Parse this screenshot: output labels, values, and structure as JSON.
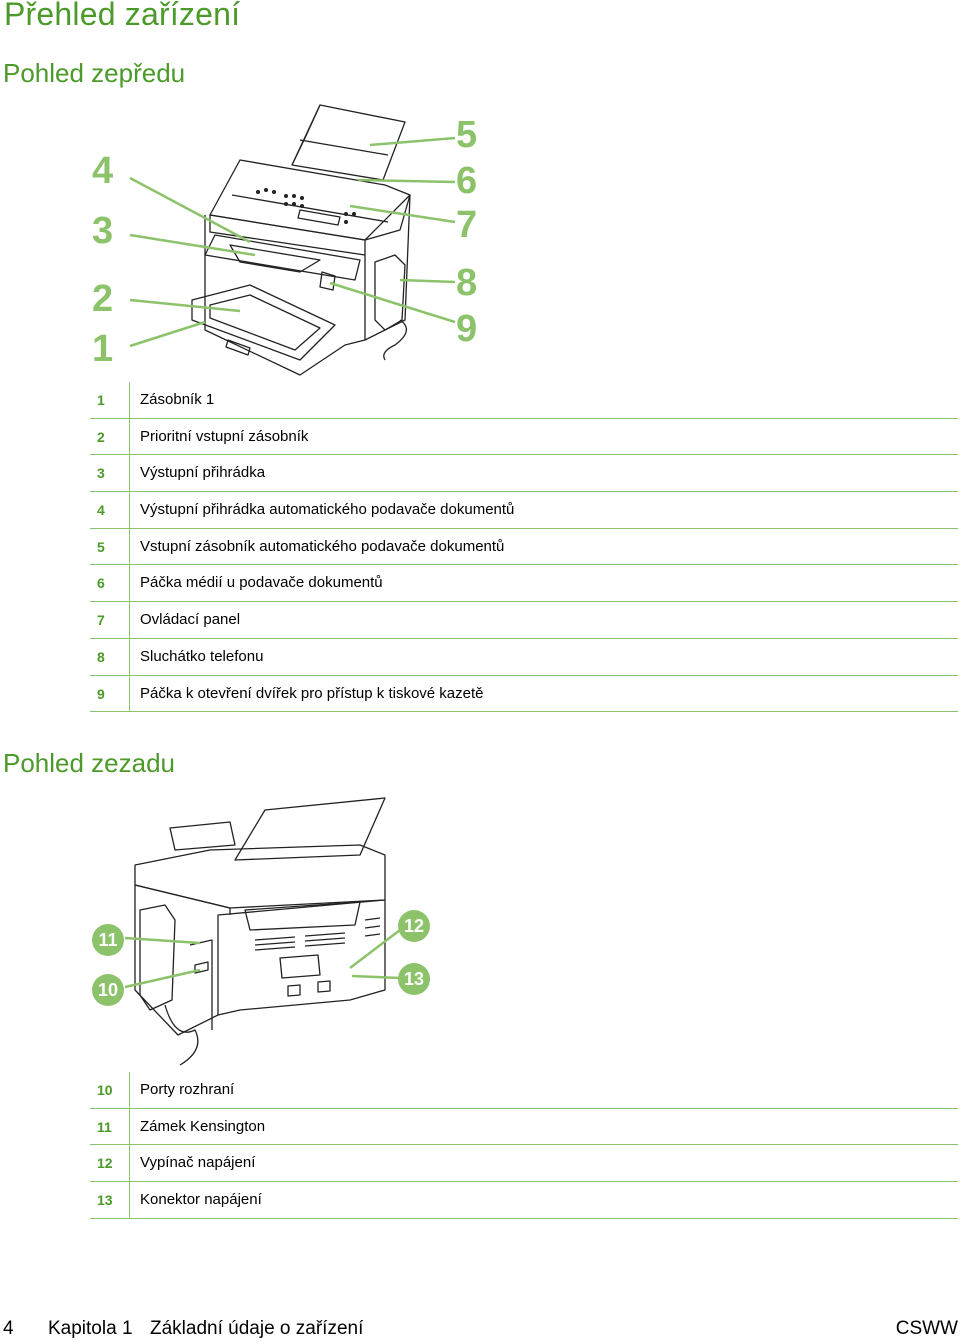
{
  "page_title": "Přehled zařízení",
  "front": {
    "heading": "Pohled zepředu",
    "callouts": [
      "1",
      "2",
      "3",
      "4",
      "5",
      "6",
      "7",
      "8",
      "9"
    ],
    "items": [
      {
        "num": "1",
        "text": "Zásobník 1"
      },
      {
        "num": "2",
        "text": "Prioritní vstupní zásobník"
      },
      {
        "num": "3",
        "text": "Výstupní přihrádka"
      },
      {
        "num": "4",
        "text": "Výstupní přihrádka automatického podavače dokumentů"
      },
      {
        "num": "5",
        "text": "Vstupní zásobník automatického podavače dokumentů"
      },
      {
        "num": "6",
        "text": "Páčka médií u podavače dokumentů"
      },
      {
        "num": "7",
        "text": "Ovládací panel"
      },
      {
        "num": "8",
        "text": "Sluchátko telefonu"
      },
      {
        "num": "9",
        "text": "Páčka k otevření dvířek pro přístup k tiskové kazetě"
      }
    ]
  },
  "back": {
    "heading": "Pohled zezadu",
    "callouts": [
      "10",
      "11",
      "12",
      "13"
    ],
    "items": [
      {
        "num": "10",
        "text": "Porty rozhraní"
      },
      {
        "num": "11",
        "text": "Zámek Kensington"
      },
      {
        "num": "12",
        "text": "Vypínač napájení"
      },
      {
        "num": "13",
        "text": "Konektor napájení"
      }
    ]
  },
  "footer": {
    "page_number": "4",
    "chapter": "Kapitola 1",
    "chapter_title": "Základní údaje o zařízení",
    "brand": "CSWW"
  },
  "colors": {
    "accent": "#4c9a2a",
    "rule": "#8cc36a"
  }
}
